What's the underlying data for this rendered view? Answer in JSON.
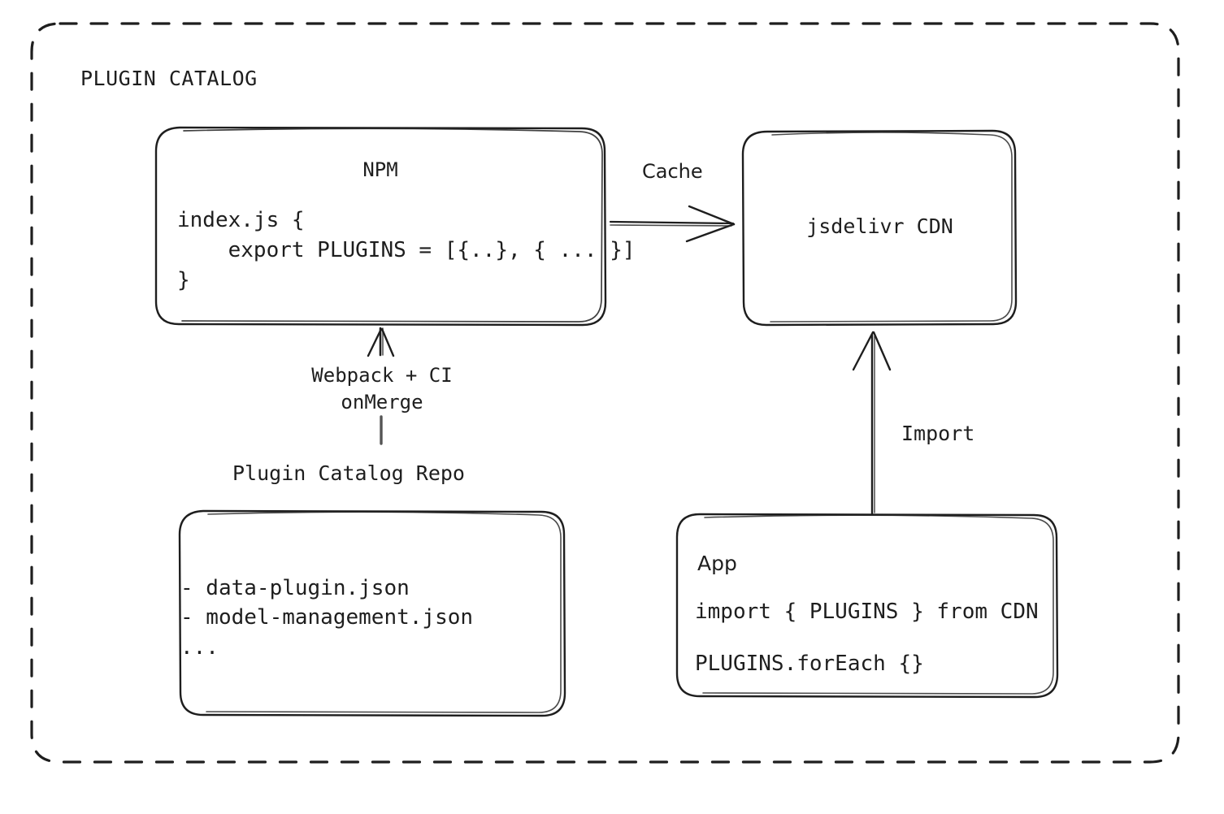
{
  "frame": {
    "label": "PLUGIN CATALOG",
    "style": "dashed-rounded-rectangle",
    "stroke_color": "#1e1e1e"
  },
  "theme": {
    "background": "#ffffff",
    "stroke": "#1e1e1e",
    "text": "#1e1e1e",
    "muted_stroke": "#555555"
  },
  "nodes": {
    "npm": {
      "title": "NPM",
      "code": "index.js {\n    export PLUGINS = [{..}, { ... }]\n}"
    },
    "cdn": {
      "title": "jsdelivr CDN"
    },
    "repo": {
      "caption": "Plugin Catalog Repo",
      "lines": "- data-plugin.json\n- model-management.json\n..."
    },
    "app": {
      "title": "App",
      "line1": "import { PLUGINS } from CDN",
      "line2": "PLUGINS.forEach {}"
    }
  },
  "edges": {
    "cache": {
      "label": "Cache",
      "from": "npm",
      "to": "cdn",
      "direction": "right"
    },
    "build": {
      "label": "Webpack + CI\nonMerge",
      "from": "repo",
      "to": "npm",
      "direction": "up"
    },
    "import": {
      "label": "Import",
      "from": "app",
      "to": "cdn",
      "direction": "up"
    }
  },
  "icons": {
    "arrow_right": "arrow-right-icon",
    "arrow_up": "arrow-up-icon"
  }
}
